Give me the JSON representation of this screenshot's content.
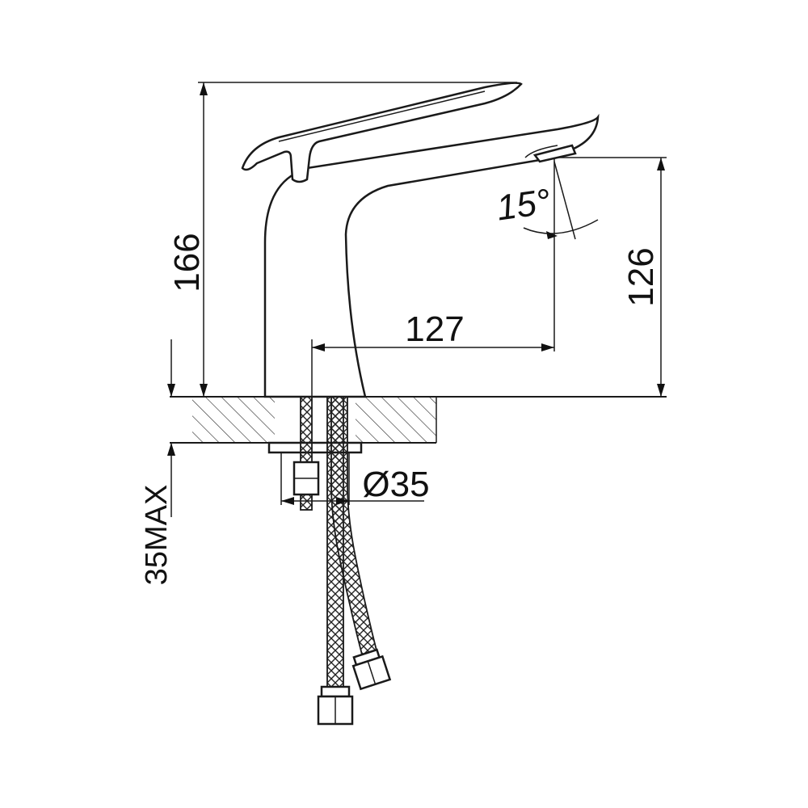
{
  "dimensions": {
    "height_total": "166",
    "spout_height": "126",
    "spout_reach": "127",
    "spout_angle": "15°",
    "hole_diameter": "Ø35",
    "deck_thickness": "35MAX"
  }
}
